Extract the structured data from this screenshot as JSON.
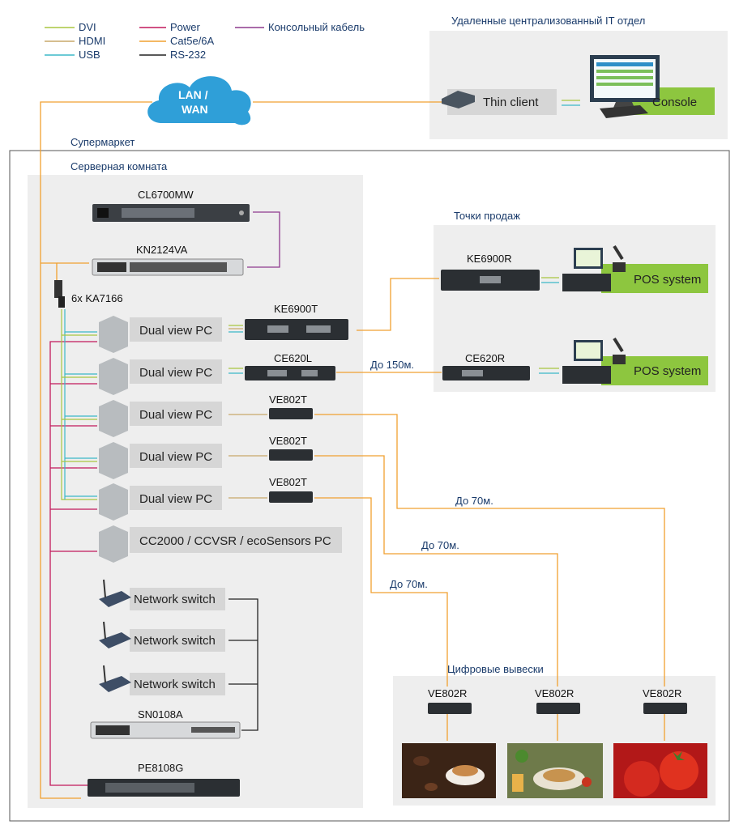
{
  "legend": {
    "dvi": "DVI",
    "hdmi": "HDMI",
    "usb": "USB",
    "power": "Power",
    "cat": "Cat5e/6A",
    "rs232": "RS-232",
    "console_cable": "Консольный кабель"
  },
  "colors": {
    "dvi": "#a9c640",
    "hdmi": "#c8a96a",
    "usb": "#3cb9c8",
    "power": "#c2185b",
    "cat": "#f0a030",
    "rs232": "#222222",
    "console": "#8e3a8e",
    "green": "#8dc63f",
    "panel": "#eeeeee"
  },
  "cloud": {
    "line1": "LAN /",
    "line2": "WAN"
  },
  "remote": {
    "title": "Удаленные централизованный IT отдел",
    "thin_client": "Thin client",
    "console": "Console"
  },
  "site": {
    "supermarket": "Супермаркет",
    "server_room": "Серверная комната",
    "pos_area": "Точки продаж",
    "signage_area": "Цифровые вывески"
  },
  "devices": {
    "cl6700mw": "CL6700MW",
    "kn2124va": "KN2124VA",
    "ka7166": "6x KA7166",
    "ke6900t": "KE6900T",
    "ke6900r": "KE6900R",
    "ce620l": "CE620L",
    "ce620r": "CE620R",
    "ve802t": "VE802T",
    "ve802r": "VE802R",
    "sn0108a": "SN0108A",
    "pe8108g": "PE8108G"
  },
  "pcs": {
    "dual_view": "Dual view PC",
    "cc2000": "CC2000 / CCVSR / ecoSensors PC"
  },
  "network_switch": "Network switch",
  "pos_system": "POS system",
  "distances": {
    "d150": "До 150м.",
    "d70": "До 70м."
  }
}
